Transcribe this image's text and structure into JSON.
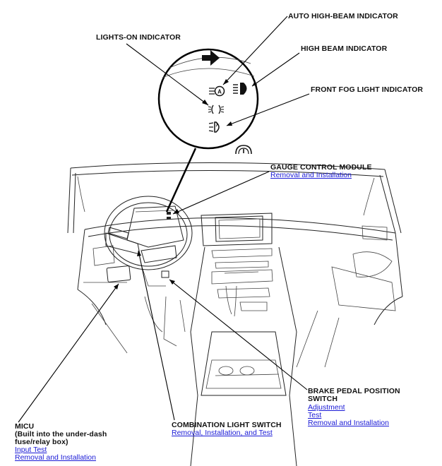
{
  "labels": {
    "auto_high_beam": "AUTO HIGH-BEAM INDICATOR",
    "lights_on": "LIGHTS-ON INDICATOR",
    "high_beam": "HIGH BEAM INDICATOR",
    "front_fog": "FRONT FOG LIGHT INDICATOR",
    "gauge_module": "GAUGE CONTROL MODULE",
    "brake_switch_line1": "BRAKE PEDAL POSITION",
    "brake_switch_line2": "SWITCH",
    "combination_switch": "COMBINATION LIGHT SWITCH",
    "micu_line1": "MICU",
    "micu_line2": "(Built into the under-dash",
    "micu_line3": "fuse/relay box)"
  },
  "links": {
    "gauge_removal": "Removal and Installation",
    "brake_adjustment": "Adjustment",
    "brake_test": "Test",
    "brake_removal": "Removal and Installation",
    "combination_removal": "Removal, Installation, and Test",
    "micu_input_test": "Input Test",
    "micu_removal": "Removal and Installation"
  },
  "colors": {
    "link": "#1a1ad6",
    "ink": "#111111"
  }
}
